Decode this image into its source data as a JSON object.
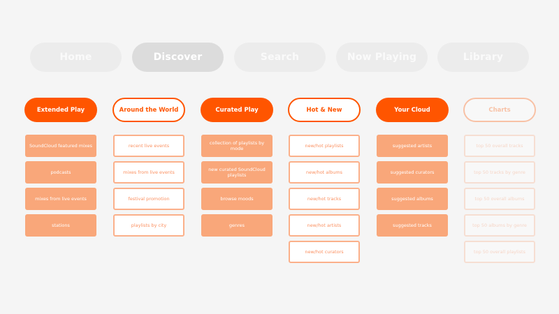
{
  "nav": {
    "tabs": [
      {
        "label": "Home"
      },
      {
        "label": "Discover"
      },
      {
        "label": "Search"
      },
      {
        "label": "Now Playing"
      },
      {
        "label": "Library"
      }
    ],
    "active_tab": "Discover"
  },
  "columns": [
    {
      "title": "Extended Play",
      "items": [
        "SoundCloud featured mixes",
        "podcasts",
        "mixes from live events",
        "stations"
      ]
    },
    {
      "title": "Around the World",
      "items": [
        "recent live events",
        "mixes from live events",
        "festival promotion",
        "playlists by city"
      ]
    },
    {
      "title": "Curated Play",
      "items": [
        "collection of playlists by mode",
        "new curated SoundCloud playlists",
        "browse moods",
        "genres"
      ]
    },
    {
      "title": "Hot & New",
      "items": [
        "new/hot playlists",
        "new/hot albums",
        "new/hot tracks",
        "new/hot artists",
        "new/hot curators"
      ]
    },
    {
      "title": "Your Cloud",
      "items": [
        "suggested artists",
        "suggested curators",
        "suggested albums",
        "suggested tracks"
      ]
    },
    {
      "title": "Charts",
      "items": [
        "top 50 overall tracks",
        "top 50 tracks by genre",
        "top 50 overall albums",
        "top 50 albums by genre",
        "top 50 overall playlists"
      ]
    }
  ],
  "colors": {
    "accent": "#ff5500",
    "item_fill": "#f9a77a",
    "item_border": "#fbb08a",
    "tab_inactive": "#ececec",
    "tab_active": "#dcdcdc",
    "background": "#f5f5f5"
  }
}
